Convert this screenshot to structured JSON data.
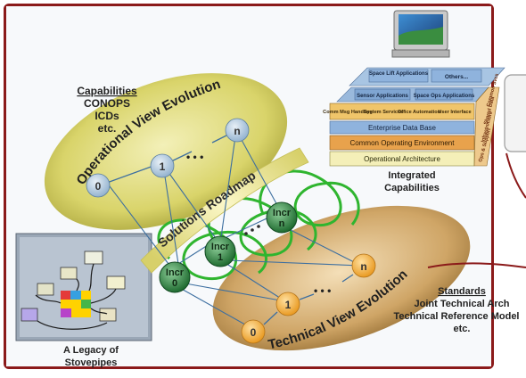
{
  "capabilities": {
    "title": "Capabilities",
    "items": [
      "CONOPS",
      "ICDs",
      "etc."
    ]
  },
  "operational_view": {
    "label": "Operational View Evolution",
    "nodes": [
      "0",
      "1",
      "n"
    ],
    "ellipsis": "• • •"
  },
  "solutions_roadmap": {
    "label": "Solutions Roadmap",
    "increments": [
      {
        "line1": "Incr",
        "line2": "0"
      },
      {
        "line1": "Incr",
        "line2": "1"
      },
      {
        "line1": "Incr",
        "line2": "n"
      }
    ]
  },
  "technical_view": {
    "label": "Technical View Evolution",
    "nodes": [
      "0",
      "1",
      "n"
    ],
    "ellipsis": "• • •"
  },
  "standards": {
    "title": "Standards",
    "items": [
      "Joint Technical Arch",
      "Technical Reference Model",
      "etc."
    ]
  },
  "legacy": {
    "caption_line1": "A Legacy of",
    "caption_line2": "Stovepipes"
  },
  "integrated": {
    "caption_line1": "Integrated",
    "caption_line2": "Capabilities",
    "apps_top": [
      "Space Lift Applications",
      "Others..."
    ],
    "apps_mid": [
      "Sensor Applications",
      "Space Ops Applications"
    ],
    "services": [
      "Comm Msg Handling",
      "System Services",
      "Office Automation",
      "User Interface"
    ],
    "layers": [
      "Enterprise Data Base",
      "Common Operating Environment",
      "Operational Architecture"
    ],
    "side_labels": [
      "Common Svcs",
      "Shared Data",
      "Infrastructure",
      "Ops & Support"
    ]
  },
  "colors": {
    "frame": "#8b1a1a",
    "spiral": "#2fb52f",
    "incr_node": "#2e7d3e",
    "op_ellipse": "#d9d46a",
    "tech_ellipse": "#cfa566",
    "node_blue": "#b7cfe2",
    "node_orange": "#f5b34a"
  }
}
